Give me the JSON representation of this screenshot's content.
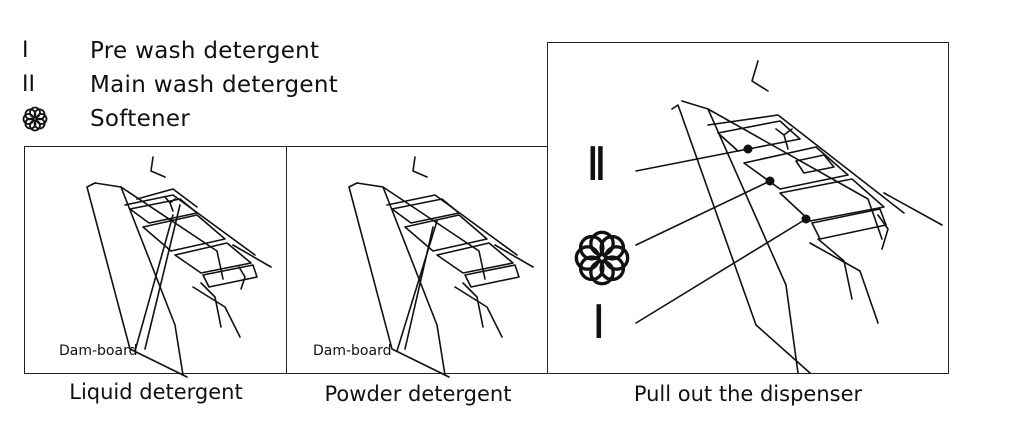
{
  "legend": [
    {
      "symbol": "I",
      "label": "Pre wash detergent"
    },
    {
      "symbol": "II",
      "label": "Main wash detergent"
    },
    {
      "symbol": "flower-icon",
      "label": "Softener"
    }
  ],
  "panels": [
    {
      "callout": "Dam-board",
      "caption": "Liquid detergent"
    },
    {
      "callout": "Dam-board",
      "caption": "Powder detergent"
    },
    {
      "caption": "Pull out the dispenser",
      "markers": [
        "II",
        "flower-icon",
        "I"
      ]
    }
  ]
}
